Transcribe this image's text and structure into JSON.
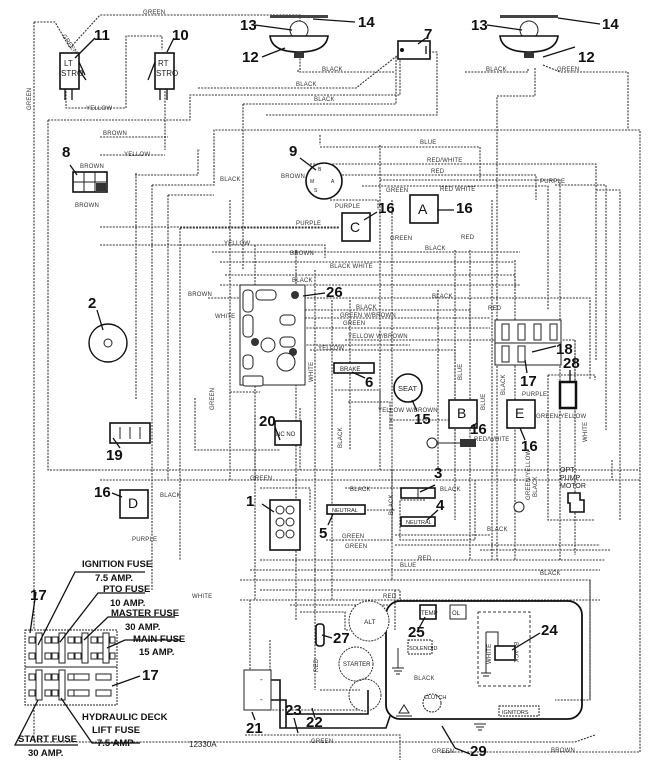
{
  "diagram": {
    "title": "Wiring Schematic",
    "drawing_number": "12330A",
    "callouts": {
      "c1": "1",
      "c2": "2",
      "c3": "3",
      "c4": "4",
      "c5": "5",
      "c6": "6",
      "c7": "7",
      "c8": "8",
      "c9": "9",
      "c10": "10",
      "c11": "11",
      "c12": "12",
      "c13": "13",
      "c14": "14",
      "c15": "15",
      "c16": "16",
      "c17": "17",
      "c18": "18",
      "c19": "19",
      "c20": "20",
      "c21": "21",
      "c22": "22",
      "c23": "23",
      "c24": "24",
      "c25": "25",
      "c26": "26",
      "c27": "27",
      "c28": "28",
      "c29": "29"
    },
    "components": {
      "lt_strobe": [
        "LT",
        "STRO"
      ],
      "rt_strobe": [
        "RT",
        "STRO"
      ],
      "relay_c": "C",
      "relay_a": "A",
      "relay_b": "B",
      "relay_e": "E",
      "relay_d": "D",
      "seat": "SEAT",
      "brake": "BRAKE",
      "neutral_5": "NEUTRAL",
      "neutral_4": "NEUTRAL",
      "relay_20": "NC NO",
      "alternator": "ALT",
      "starter": "STARTER",
      "temp": "TEMP",
      "oil": "OL",
      "solenoid": "SOLENOID",
      "clutch": "CLUTCH",
      "ignitors": "IGNITORS",
      "pump_motor": [
        "OPT.",
        "PUMP",
        "MOTOR"
      ]
    },
    "wire_labels": {
      "green_top": "GREEN",
      "green_left": "GREEN",
      "green_diag": "GREEN",
      "yellow_strobes": "YELLOW",
      "black_lamp_l": "BLACK",
      "black_lamp_r": "BLACK",
      "green_lamp_r": "GREEN",
      "black_1": "BLACK",
      "black_2": "BLACK",
      "brown_1": "BROWN",
      "yellow_1": "YELLOW",
      "brown_8a": "BROWN",
      "brown_8b": "BROWN",
      "black_3": "BLACK",
      "blue_1": "BLUE",
      "red_white_1": "RED/WHITE",
      "red_1": "RED",
      "purple_1": "PURPLE",
      "green_c": "GREEN",
      "red_white_a": "RED WHITE",
      "brown_9": "BROWN",
      "purple_c_top": "PURPLE",
      "purple_2": "PURPLE",
      "yellow_2": "YELLOW",
      "brown_2": "BROWN",
      "green_a": "GREEN",
      "black_a": "BLACK",
      "red_2": "RED",
      "black_white": "BLACK WHITE",
      "black_26": "BLACK",
      "black_4": "BLACK",
      "brown_3": "BROWN",
      "white_1": "WHITE",
      "black_5": "BLACK",
      "green_brown": "GREEN W/BROWN",
      "green_2": "GREEN",
      "yellow_brown_1": "YELLOW W/BROWN",
      "yellow_3": "YELLOW",
      "white_2": "WHITE",
      "yellow_brown_2": "YELLOW W/BROWN",
      "green_3": "GREEN",
      "black_6": "BLACK",
      "red_18": "RED",
      "blue_b": "BLUE",
      "blue_b2": "BLUE",
      "black_17": "BLACK",
      "purple_28": "PURPLE",
      "green_yellow": "GREEN/YELLOW",
      "red_white_2": "RED/WHITE",
      "white_pump": "WHITE",
      "green_yellow_2": "GREEN/YELLOW",
      "black_7": "BLACK",
      "black_d": "BLACK",
      "purple_d": "PURPLE",
      "green_4": "GREEN",
      "black_3c": "BLACK",
      "black_34": "BLACK",
      "green_5": "GREEN",
      "green_6": "GREEN",
      "red_3": "RED",
      "blue_2": "BLUE",
      "black_8": "BLACK",
      "black_9": "BLACK",
      "white_3": "WHITE",
      "red_4": "RED",
      "red_27": "RED",
      "black_eng": "BLACK",
      "black_24": "BLACK",
      "white_24": "WHITE",
      "green_bottom": "GREEN",
      "green_29": "GREEN",
      "brown_bottom": "BROWN"
    },
    "fuse_block": {
      "ignition": [
        "IGNITION FUSE",
        "7.5 AMP."
      ],
      "pto": [
        "PTO FUSE",
        "10 AMP."
      ],
      "master": [
        "MASTER FUSE",
        "30 AMP."
      ],
      "main": [
        "MAIN FUSE",
        "15 AMP."
      ],
      "hydraulic": [
        "HYDRAULIC DECK",
        "LIFT FUSE",
        "7.5 AMP"
      ],
      "start": [
        "START FUSE",
        "30 AMP."
      ]
    }
  }
}
